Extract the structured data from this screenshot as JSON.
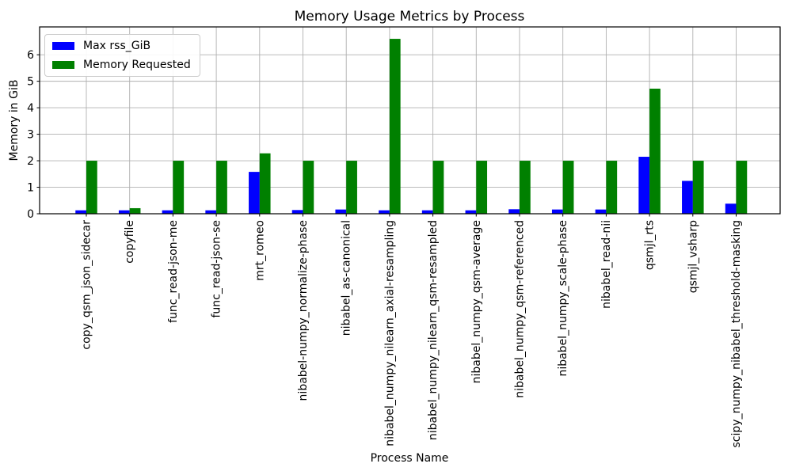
{
  "figure": {
    "background": "#ffffff"
  },
  "chart_data": {
    "type": "bar",
    "title": "Memory Usage Metrics by Process",
    "xlabel": "Process Name",
    "ylabel": "Memory in GiB",
    "categories": [
      "copy_qsm_json_sidecar",
      "copyfile",
      "func_read-json-me",
      "func_read-json-se",
      "mrt_romeo",
      "nibabel-numpy_normalize-phase",
      "nibabel_as-canonical",
      "nibabel_numpy_nilearn_axial-resampling",
      "nibabel_numpy_nilearn_qsm-resampled",
      "nibabel_numpy_qsm-average",
      "nibabel_numpy_qsm-referenced",
      "nibabel_numpy_scale-phase",
      "nibabel_read-nii",
      "qsmjl_rts",
      "qsmjl_vsharp",
      "scipy_numpy_nibabel_threshold-masking"
    ],
    "series": [
      {
        "name": "Max rss_GiB",
        "color": "#0000ff",
        "values": [
          0.13,
          0.13,
          0.13,
          0.13,
          1.58,
          0.14,
          0.16,
          0.13,
          0.13,
          0.13,
          0.17,
          0.16,
          0.16,
          2.15,
          1.24,
          0.38
        ]
      },
      {
        "name": "Memory Requested",
        "color": "#008000",
        "values": [
          2.0,
          0.21,
          2.0,
          2.0,
          2.28,
          2.0,
          2.0,
          6.6,
          2.0,
          2.0,
          2.0,
          2.0,
          2.0,
          4.72,
          2.0,
          2.0
        ]
      }
    ],
    "ylim": [
      0,
      7.05
    ],
    "yticks": [
      0,
      1,
      2,
      3,
      4,
      5,
      6
    ],
    "grid": true,
    "grid_color": "#b0b0b0",
    "spine_color": "#000000",
    "legend_position": "upper-left"
  }
}
